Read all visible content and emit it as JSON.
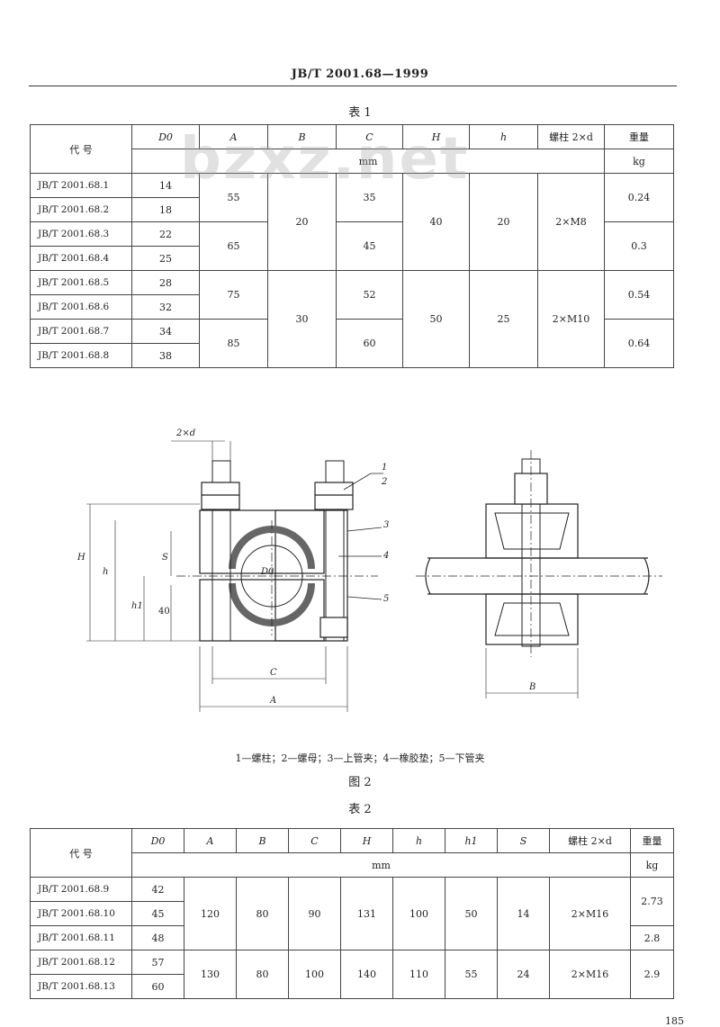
{
  "header": {
    "standard_no": "JB/T 2001.68—1999"
  },
  "watermark": "bzxz.net",
  "table1": {
    "caption": "表 1",
    "headers": {
      "code": "代 号",
      "d0": "D0",
      "a": "A",
      "b": "B",
      "c": "C",
      "h_big": "H",
      "h": "h",
      "bolt": "螺柱 2×d",
      "weight": "重量",
      "unit_mm": "mm",
      "unit_kg": "kg"
    },
    "rows": [
      {
        "code": "JB/T 2001.68.1",
        "d0": "14"
      },
      {
        "code": "JB/T 2001.68.2",
        "d0": "18"
      },
      {
        "code": "JB/T 2001.68.3",
        "d0": "22"
      },
      {
        "code": "JB/T 2001.68.4",
        "d0": "25"
      },
      {
        "code": "JB/T 2001.68.5",
        "d0": "28"
      },
      {
        "code": "JB/T 2001.68.6",
        "d0": "32"
      },
      {
        "code": "JB/T 2001.68.7",
        "d0": "34"
      },
      {
        "code": "JB/T 2001.68.8",
        "d0": "38"
      }
    ],
    "merged": {
      "a": [
        "55",
        "65",
        "75",
        "85"
      ],
      "b": [
        "20",
        "30"
      ],
      "c": [
        "35",
        "45",
        "52",
        "60"
      ],
      "h_big": [
        "40",
        "50"
      ],
      "h": [
        "20",
        "25"
      ],
      "bolt": [
        "2×M8",
        "2×M10"
      ],
      "weight": [
        "0.24",
        "0.3",
        "0.54",
        "0.64"
      ]
    }
  },
  "figure": {
    "labels": {
      "bolt": "2×d",
      "part1": "1",
      "part2": "2",
      "part3": "3",
      "part4": "4",
      "part5": "5",
      "dim_h_big": "H",
      "dim_h": "h",
      "dim_h1": "h1",
      "dim_s": "S",
      "dim_40": "40",
      "dim_d0": "D0",
      "dim_c": "C",
      "dim_a": "A",
      "dim_b": "B"
    },
    "legend": "1—螺柱；2—螺母；3—上管夹；4—橡胶垫；5—下管夹",
    "caption": "图 2"
  },
  "table2": {
    "caption": "表 2",
    "headers": {
      "code": "代 号",
      "d0": "D0",
      "a": "A",
      "b": "B",
      "c": "C",
      "h_big": "H",
      "h": "h",
      "h1": "h1",
      "s": "S",
      "bolt": "螺柱 2×d",
      "weight": "重量",
      "unit_mm": "mm",
      "unit_kg": "kg"
    },
    "rows": [
      {
        "code": "JB/T 2001.68.9",
        "d0": "42"
      },
      {
        "code": "JB/T 2001.68.10",
        "d0": "45"
      },
      {
        "code": "JB/T 2001.68.11",
        "d0": "48"
      },
      {
        "code": "JB/T 2001.68.12",
        "d0": "57"
      },
      {
        "code": "JB/T 2001.68.13",
        "d0": "60"
      }
    ],
    "group1": {
      "a": "120",
      "b": "80",
      "c": "90",
      "h_big": "131",
      "h": "100",
      "h1": "50",
      "s": "14",
      "bolt": "2×M16",
      "w1": "2.73",
      "w2": "2.8"
    },
    "group2": {
      "a": "130",
      "b": "80",
      "c": "100",
      "h_big": "140",
      "h": "110",
      "h1": "55",
      "s": "24",
      "bolt": "2×M16",
      "w": "2.9"
    }
  },
  "page_number": "185"
}
